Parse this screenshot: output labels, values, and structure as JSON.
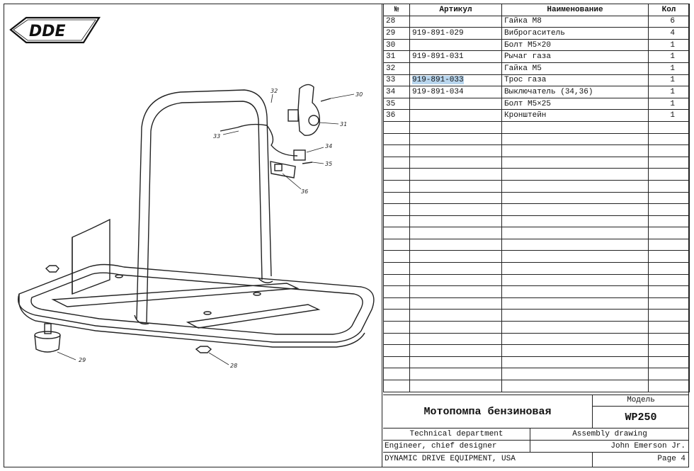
{
  "brand": {
    "logo_text": "DDE"
  },
  "drawing": {
    "callouts": [
      "28",
      "29",
      "30",
      "31",
      "32",
      "33",
      "34",
      "35",
      "36"
    ]
  },
  "parts_table": {
    "headers": {
      "number": "№",
      "article": "Артикул",
      "name": "Наименование",
      "qty": "Кол"
    },
    "rows": [
      {
        "number": "28",
        "article": "",
        "name": "Гайка М8",
        "qty": "6"
      },
      {
        "number": "29",
        "article": "919-891-029",
        "name": "Виброгаситель",
        "qty": "4"
      },
      {
        "number": "30",
        "article": "",
        "name": "Болт М5×20",
        "qty": "1"
      },
      {
        "number": "31",
        "article": "919-891-031",
        "name": "Рычаг газа",
        "qty": "1"
      },
      {
        "number": "32",
        "article": "",
        "name": "Гайка М5",
        "qty": "1"
      },
      {
        "number": "33",
        "article": "919-891-033",
        "name": "Трос газа",
        "qty": "1",
        "highlighted": true
      },
      {
        "number": "34",
        "article": "919-891-034",
        "name": "Выключатель (34,36)",
        "qty": "1"
      },
      {
        "number": "35",
        "article": "",
        "name": "Болт М5×25",
        "qty": "1"
      },
      {
        "number": "36",
        "article": "",
        "name": "Кронштейн",
        "qty": "1"
      }
    ]
  },
  "title_block": {
    "product": "Мотопомпа бензиновая",
    "model_label": "Модель",
    "model": "WP250",
    "department": "Technical department",
    "drawing_type": "Assembly drawing",
    "role": "Engineer, chief designer",
    "person": "John Emerson Jr.",
    "company": "DYNAMIC DRIVE EQUIPMENT, USA",
    "page": "Page 4"
  },
  "colors": {
    "highlight": "#b9d6ee",
    "line": "#222222"
  }
}
